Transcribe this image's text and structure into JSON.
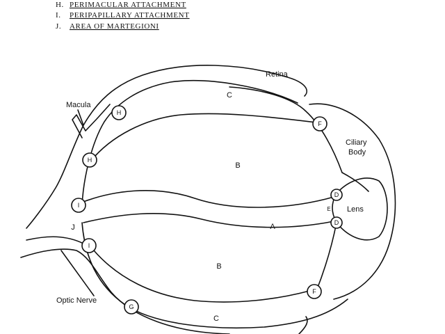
{
  "legend": [
    {
      "key": "H.",
      "text": "PERIMACULAR ATTACHMENT"
    },
    {
      "key": "I.",
      "text": "PERIPAPILLARY ATTACHMENT"
    },
    {
      "key": "J.",
      "text": "AREA OF MARTEGIONI"
    }
  ],
  "labels": {
    "retina": "Retina",
    "macula": "Macula",
    "ciliary_line1": "Ciliary",
    "ciliary_line2": "Body",
    "lens": "Lens",
    "optic_nerve": "Optic Nerve"
  },
  "regions": {
    "c_top": "C",
    "b_upper": "B",
    "a": "A",
    "b_lower": "B",
    "c_bottom": "C",
    "j": "J",
    "e": "E"
  },
  "markers": {
    "h_upper": "H",
    "h_lower": "H",
    "f_upper": "F",
    "f_lower": "F",
    "i_upper": "I",
    "i_lower": "I",
    "d_upper": "D",
    "d_lower": "D",
    "g": "G"
  }
}
